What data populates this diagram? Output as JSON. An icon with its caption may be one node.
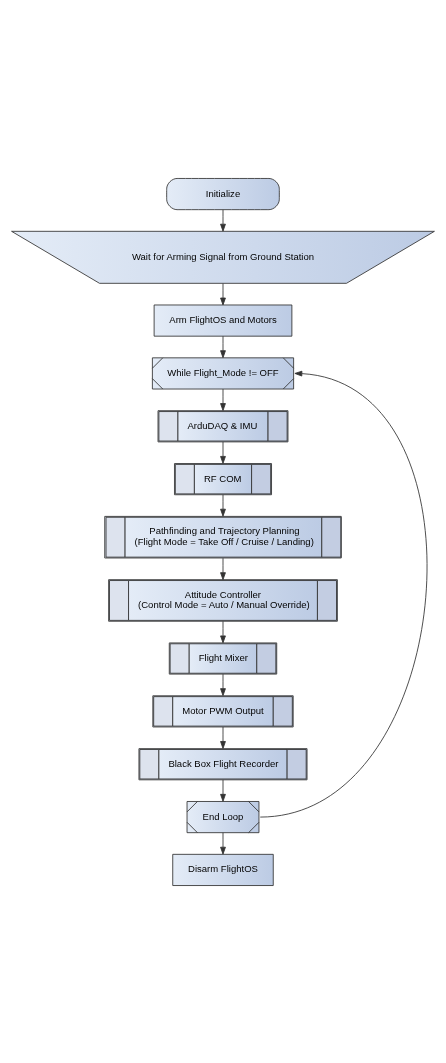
{
  "diagram": {
    "nodes": [
      {
        "text": [
          "Initialize"
        ]
      },
      {
        "text": [
          "Wait for Arming Signal from Ground Station"
        ]
      },
      {
        "text": [
          "Arm FlightOS and Motors"
        ]
      },
      {
        "text": [
          "While Flight_Mode != OFF"
        ]
      },
      {
        "text": [
          "ArduDAQ & IMU"
        ]
      },
      {
        "text": [
          "RF COM"
        ]
      },
      {
        "text": [
          "Pathfinding and Trajectory Planning",
          "(Flight Mode = Take Off / Cruise / Landing)"
        ]
      },
      {
        "text": [
          "Attitude Controller",
          "(Control Mode = Auto / Manual Override)"
        ]
      },
      {
        "text": [
          "Flight Mixer"
        ]
      },
      {
        "text": [
          "Motor PWM Output"
        ]
      },
      {
        "text": [
          "Black Box Flight Recorder"
        ]
      },
      {
        "text": [
          "End Loop"
        ]
      },
      {
        "text": [
          "Disarm FlightOS"
        ]
      }
    ],
    "edges": [
      {
        "from": 0,
        "to": 1,
        "arrow": "to"
      },
      {
        "from": 1,
        "to": 2,
        "arrow": "to"
      },
      {
        "from": 2,
        "to": 3,
        "arrow": "to"
      },
      {
        "from": 3,
        "to": 4,
        "arrow": "to"
      },
      {
        "from": 4,
        "to": 5,
        "arrow": "to"
      },
      {
        "from": 5,
        "to": 6,
        "arrow": "to"
      },
      {
        "from": 6,
        "to": 7,
        "arrow": "to"
      },
      {
        "from": 7,
        "to": 8,
        "arrow": "to"
      },
      {
        "from": 8,
        "to": 9,
        "arrow": "to"
      },
      {
        "from": 9,
        "to": 10,
        "arrow": "to"
      },
      {
        "from": 10,
        "to": 11,
        "arrow": "to"
      },
      {
        "from": 11,
        "to": 3,
        "arrow": "to"
      },
      {
        "from": 11,
        "to": 12,
        "arrow": "to"
      }
    ]
  }
}
